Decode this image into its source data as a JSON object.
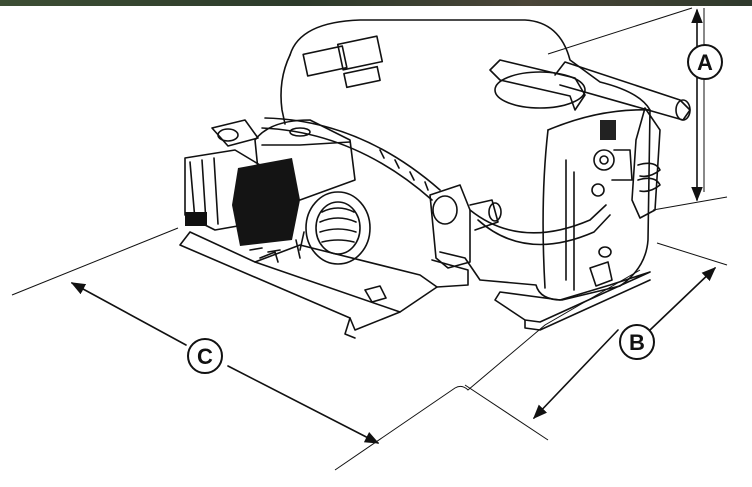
{
  "diagram": {
    "dimension_labels": {
      "a": "A",
      "b": "B",
      "c": "C"
    },
    "colors": {
      "ink": "#111111",
      "band": "#3a4a33",
      "background": "#ffffff"
    }
  }
}
